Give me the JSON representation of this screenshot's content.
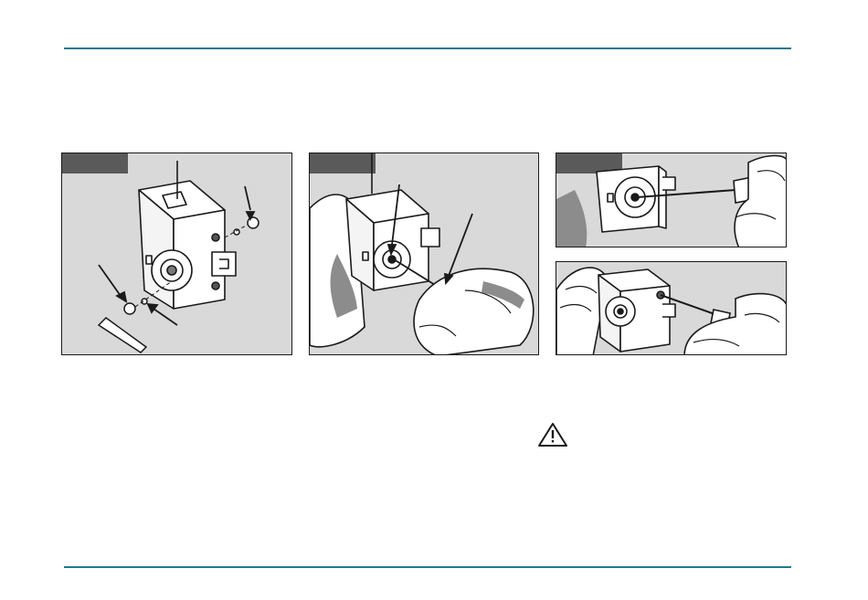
{
  "colors": {
    "rule": "#1f7a8c",
    "panel_bg": "#d9d9d9",
    "tab": "#5a5a5a",
    "hand_shadow": "#8c8c8c",
    "line": "#1a1a1a"
  },
  "figures": [
    {
      "id": "fig-1",
      "tab_width": 72,
      "icon": "valve-exploded-view-illustration"
    },
    {
      "id": "fig-2",
      "tab_width": 72,
      "icon": "hand-holding-valve-with-pick-illustration"
    },
    {
      "id": "fig-3",
      "tab_width": 72,
      "icon": "screwdriver-adjusting-valve-illustration"
    },
    {
      "id": "fig-4",
      "tab_width": 0,
      "icon": "screwdriver-adjusting-side-screw-illustration"
    }
  ],
  "warning_icon": "warning-triangle-icon"
}
